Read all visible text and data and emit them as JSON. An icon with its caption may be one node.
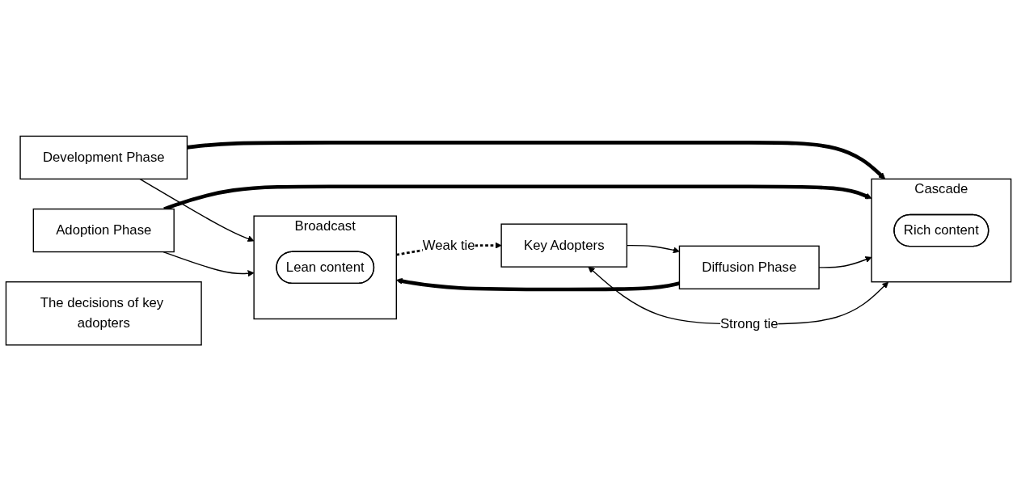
{
  "diagram": {
    "nodes": [
      {
        "text": [
          "Development Phase"
        ]
      },
      {
        "text": [
          "Adoption Phase"
        ]
      },
      {
        "text": [
          "Diffusion Phase"
        ]
      },
      {
        "text": [
          "Cascade"
        ]
      },
      {
        "text": [
          "Rich content"
        ],
        "in": 3
      },
      {
        "text": [
          "Broadcast"
        ]
      },
      {
        "text": [
          "Lean content"
        ],
        "in": 5
      },
      {
        "text": [
          "Key Adopters"
        ]
      },
      {
        "text": [
          "The decisions of key adopters"
        ]
      }
    ],
    "edges": [
      {
        "from": 0,
        "to": 3,
        "arrow": "to",
        "style": "thick"
      },
      {
        "from": 0,
        "to": 5,
        "arrow": "to"
      },
      {
        "from": 1,
        "to": 3,
        "arrow": "to",
        "style": "thick"
      },
      {
        "from": 1,
        "to": 5,
        "arrow": "to"
      },
      {
        "from": 2,
        "to": 3,
        "arrow": "to"
      },
      {
        "from": 2,
        "to": 5,
        "arrow": "to",
        "style": "thick"
      },
      {
        "from": 3,
        "to": 7,
        "arrow": "both",
        "label": "Strong tie"
      },
      {
        "from": 5,
        "to": 7,
        "arrow": "to",
        "label": "Weak tie",
        "style": "dashed"
      },
      {
        "from": 7,
        "to": 2,
        "arrow": "to"
      }
    ]
  }
}
